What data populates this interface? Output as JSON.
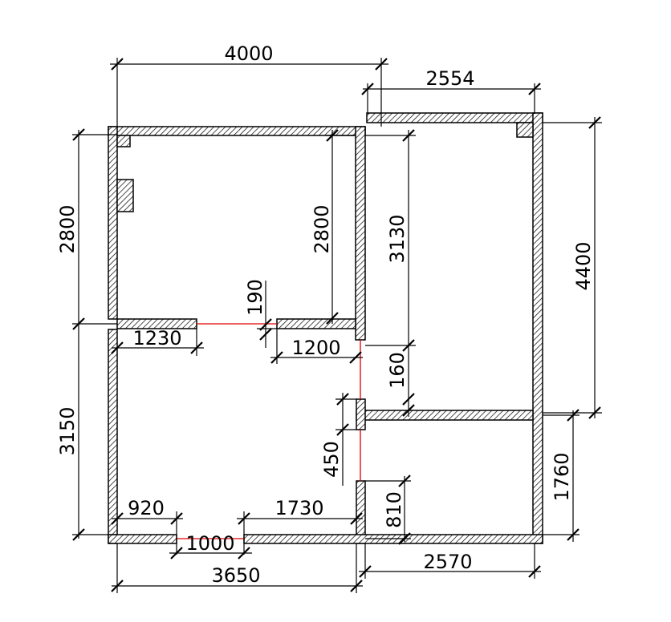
{
  "colors": {
    "line": "#000000",
    "hatch": "#000000",
    "door_opening": "#e00000",
    "background": "#ffffff"
  },
  "dimensions": {
    "top_width": "4000",
    "top_right_width": "2554",
    "left_upper_height": "2800",
    "left_lower_height": "3150",
    "inner_height": "2800",
    "center_height": "3130",
    "right_height": "4400",
    "wall_gap": "190",
    "left_wall_segment": "1230",
    "right_wall_segment": "1200",
    "corridor_gap": "160",
    "side_wall_segment": "450",
    "bottom_left_segment": "920",
    "door_width": "1000",
    "bottom_right_segment": "1730",
    "bottom_width": "3650",
    "lower_right_height": "1760",
    "lower_door_segment": "810",
    "bottom_right_width": "2570"
  }
}
